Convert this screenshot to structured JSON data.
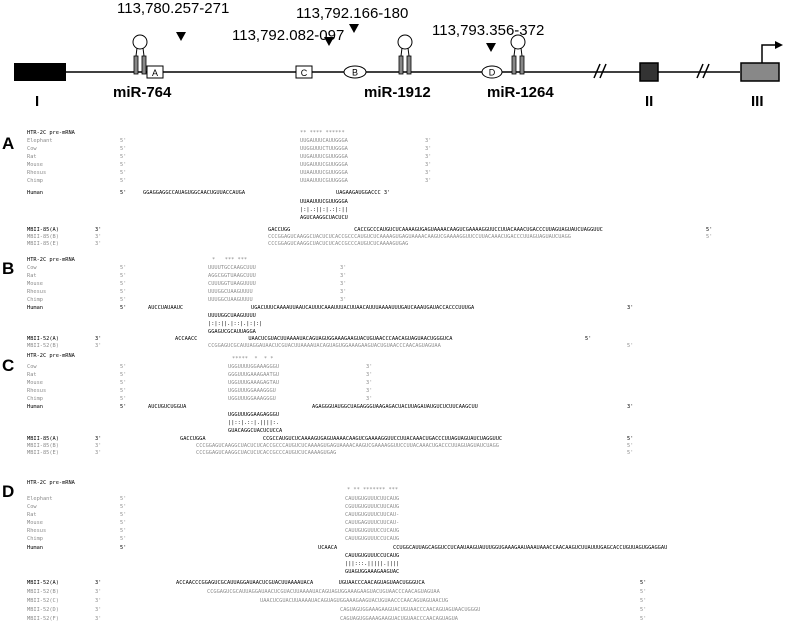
{
  "map": {
    "positions": [
      "113,780.257-271",
      "113,792.082-097",
      "113,792.166-180",
      "113,793.356-372"
    ],
    "mirnas": [
      "miR-764",
      "miR-1912",
      "miR-1264"
    ],
    "sites": [
      "A",
      "C",
      "B",
      "D"
    ],
    "exons": [
      "I",
      "II",
      "III"
    ]
  },
  "panels": {
    "A": {
      "letter": "A",
      "title": "HTR-2C pre-mRNA",
      "stars": "** **** ******",
      "species": [
        {
          "name": "Elephant",
          "five": "5'",
          "seq": "UUGAUUUCAUUGGGA",
          "three": "3'"
        },
        {
          "name": "Cow",
          "five": "5'",
          "seq": "UUGGUUUCTUUGGGA",
          "three": "3'"
        },
        {
          "name": "Rat",
          "five": "5'",
          "seq": "UUGAUUUCGUUGGGA",
          "three": "3'"
        },
        {
          "name": "Mouse",
          "five": "5'",
          "seq": "UUGAUUUCGUUGGGA",
          "three": "3'"
        },
        {
          "name": "Rhesus",
          "five": "5'",
          "seq": "UUAAUUUCGUUGGGA",
          "three": "3'"
        },
        {
          "name": "Chimp",
          "five": "5'",
          "seq": "UUAAUUUCGUUGGGA",
          "three": "3'"
        }
      ],
      "human": {
        "name": "Human",
        "five": "5'",
        "left": "GGAGGAGGCCAUAGUGGCAACUGUUACCAUGA",
        "right": "UAGAAGAUGGACCC 3'"
      },
      "hseq": "UUAAUUUCGUUGGGA",
      "bars": "|:|.:||:|.:|:||",
      "mseq": "AGUCAAGGCUACUCU",
      "mbii": [
        {
          "name": "MBII-85(A)",
          "three": "3'",
          "seq": "GACCUGG                    CACCGCCCAUGUCUCAAAAGUGAGUAAAACAAGUCGAAAAGGUUCCUUACAAACUGACCCUUAGUAGUAUCUAGGUUC",
          "five": "5'"
        },
        {
          "name": "MBII-85(B)",
          "three": "3'",
          "seq": "CCCGGAGUCAAGGCUACUCUCACCGCCCAUGUCUCAAAAGUGAGUAAAACAAGUCGAAAAGGUUCCUUACAAACUGACCCUUAGUAGUAUCUAGG",
          "five": "5'"
        },
        {
          "name": "MBII-85(E)",
          "three": "3'",
          "seq": "CCCGGAGUCAAGGCUACUCUCACCGCCCAUGUCUCAAAAGUGAG",
          "five": ""
        }
      ]
    },
    "B": {
      "letter": "B",
      "title": "HTR-2C pre-mRNA",
      "stars": "*   *** ***",
      "species": [
        {
          "name": "Cow",
          "five": "5'",
          "seq": "UUUUTGCCAAGCUUU",
          "three": "3'"
        },
        {
          "name": "Rat",
          "five": "5'",
          "seq": "AGGCGGTUAAGCUUU",
          "three": "3'"
        },
        {
          "name": "Mouse",
          "five": "5'",
          "seq": "CUUUGGTUAAGUUUU",
          "three": "3'"
        },
        {
          "name": "Rhesus",
          "five": "5'",
          "seq": "UUUGGCUAAGUUUU",
          "three": "3'"
        },
        {
          "name": "Chimp",
          "five": "5'",
          "seq": "UUUGGCUAAGUUUU",
          "three": "3'"
        }
      ],
      "human": {
        "name": "Human",
        "five": "5'",
        "left": "AUCCUAUAAUC",
        "right": "UGACUUUCAAAAUUAAUCAUUUCAAAUUUACUUAACAUUUAAAAUUUGAUCAAAUGAUACCACCCUUUGA",
        "three": "3'"
      },
      "hseq": "UUUUGGCUAAGUUUU",
      "bars": "|:|:||.|::|.|:|:|",
      "mseq": "GGAGUCGCAUUAGGA",
      "mbii": [
        {
          "name": "MBII-52(A)",
          "three": "3'",
          "seq": "ACCAACC                UAACUCGUACUUAAAAUACAGUAGUGGAAAGAAGUACUGUAACCCAACAGUAGUAACUGGGUCA",
          "five": "5'"
        },
        {
          "name": "MBII-52(B)",
          "three": "3'",
          "seq": "CCGGAGUCGCAUUAGGAUAACUCGUACUUAAAAUACAGUAGUGGAAAGAAGUACUGUAACCCAACAGUAGUAA",
          "five": "5'"
        }
      ]
    },
    "C": {
      "letter": "C",
      "title": "HTR-2C pre-mRNA",
      "stars": "*****  *  * *",
      "species": [
        {
          "name": "Cow",
          "five": "5'",
          "seq": "UGGUUUUGGAAAGGGU",
          "three": "3'"
        },
        {
          "name": "Rat",
          "five": "5'",
          "seq": "GGGUUUGAAAGAATGU",
          "three": "3'"
        },
        {
          "name": "Mouse",
          "five": "5'",
          "seq": "UGGUUUGAAAGAGTAU",
          "three": "3'"
        },
        {
          "name": "Rhesus",
          "five": "5'",
          "seq": "UGGUUUGGAAAGGGU",
          "three": "3'"
        },
        {
          "name": "Chimp",
          "five": "5'",
          "seq": "UGGUUUGGAAAGGGU",
          "three": "3'"
        }
      ],
      "human": {
        "name": "Human",
        "five": "5'",
        "left": "AUCUGUCUGGUA",
        "right": "AGAGGGUAUGGCUAGAGGGUAAGAGACUACUUAGAUAUGUCUCUUCAAGCUU",
        "three": "3'"
      },
      "hseq": "UGGUUUGGAAGAGGGU",
      "bars": "||::|.::|.||||:.",
      "mseq": "GUACAGGCUACUCUCCA",
      "mbii": [
        {
          "name": "MBII-85(A)",
          "three": "3'",
          "seq": "GACCUGGA                  CCGCCAUGUCUCAAAAGUGAGUAAAACAAGUCGAAAAGGUUCCUUACAAACUGACCCUUAGUAGUAUCUAGGUUC",
          "five": "5'"
        },
        {
          "name": "MBII-85(B)",
          "three": "3'",
          "seq": "CCCGGAGUCAAGGCUACUCUCACCGCCCAUGUCUCAAAAGUGAGUAAAACAAGUCGAAAAGGUUCCUUACAAACUGACCCUUAGUAGUAUCUAGG",
          "five": "5'"
        },
        {
          "name": "MBII-85(E)",
          "three": "3'",
          "seq": "CCCGGAGUCAAGGCUACUCUCACCGCCCAUGUCUCAAAAGUGAG",
          "five": "5'"
        }
      ]
    },
    "D": {
      "letter": "D",
      "title": "HTR-2C pre-mRNA",
      "stars": "* ** ******* ***",
      "species": [
        {
          "name": "Elephant",
          "five": "5'",
          "seq": "CAUUGUGUUUCUUCAUG",
          "three": ""
        },
        {
          "name": "Cow",
          "five": "5'",
          "seq": "CGUUGUGUUUCUUCAUG",
          "three": ""
        },
        {
          "name": "Rat",
          "five": "5'",
          "seq": "CAUUGUGUUUCUUCAU-",
          "three": ""
        },
        {
          "name": "Mouse",
          "five": "5'",
          "seq": "CAUUGAGUUUCUUCAU-",
          "three": ""
        },
        {
          "name": "Rhesus",
          "five": "5'",
          "seq": "CAUUGUGUUUCCUCAUG",
          "three": ""
        },
        {
          "name": "Chimp",
          "five": "5'",
          "seq": "CAUUGUGUUUCCUCAUG",
          "three": ""
        }
      ],
      "human": {
        "name": "Human",
        "five": "5'",
        "left": "UCAACA",
        "right": "CCUGGCAUUAGCAGGUCCUCAAUAAGUAUUUGGUGAAAGAAUAAAUAAACCAACAAGUCUUAUUUGAGCACCUGUUAGUGGAGGAU"
      },
      "hseq": "CAUUGUGUUUCCUCAUG",
      "bars": "|||:::.|||||.||||",
      "mseq": "GUAGUGGAAAGAAGUAC",
      "mbii": [
        {
          "name": "MBII-52(A)",
          "three": "3'",
          "seq": "ACCAACCCGGAGUCGCAUUAGGAUAACUCGUACUUAAAAUACA        UGUAACCCAACAGUAGUAACUGGGUCA",
          "five": "5'"
        },
        {
          "name": "MBII-52(B)",
          "three": "3'",
          "seq": "CCGGAGUCGCAUUAGGAUAACUCGUACUUAAAAUACAGUAGUGGAAAGAAGUACUGUAACCCAACAGUAGUAA",
          "five": "5'"
        },
        {
          "name": "MBII-52(C)",
          "three": "3'",
          "seq": "UAACUCGUACUUAAAAUACAGUAGUGGAAAGAAGUACUGUAACCCAACAGUAGUAACUG",
          "five": "5'"
        },
        {
          "name": "MBII-52(D)",
          "three": "3'",
          "seq": "CAGUAGUGGAAAGAAGUACUGUAACCCAACAGUAGUAACUGGGU",
          "five": "5'"
        },
        {
          "name": "MBII-52(F)",
          "three": "3'",
          "seq": "CAGUAGUGGAAAGAAGUACUGUAACCCAACAGUAGUA",
          "five": "5'"
        }
      ]
    }
  }
}
